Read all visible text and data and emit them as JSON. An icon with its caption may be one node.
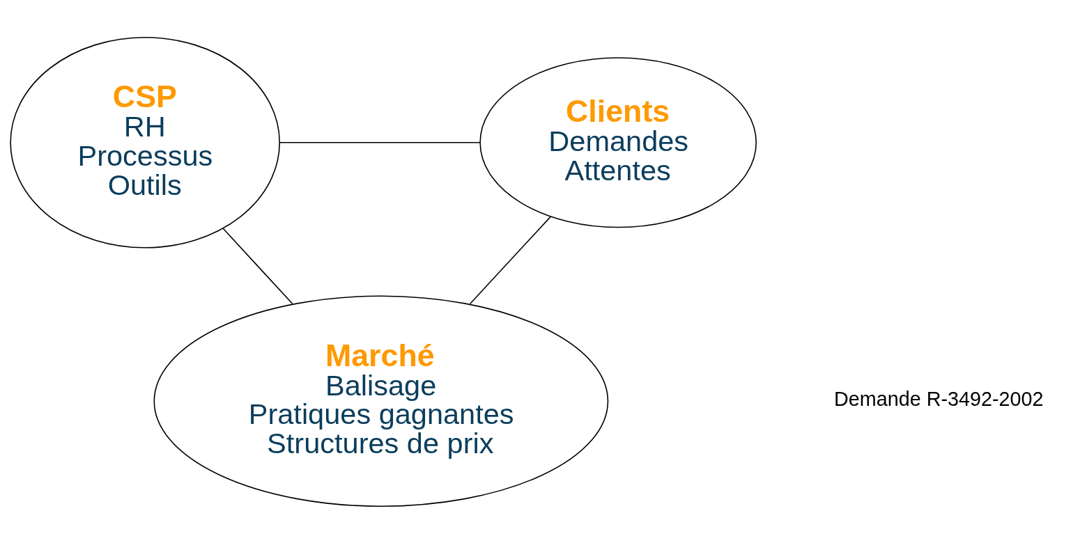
{
  "diagram": {
    "nodes": [
      {
        "text": [
          "CSP",
          "RH",
          "Processus",
          "Outils"
        ]
      },
      {
        "text": [
          "Clients",
          "Demandes",
          "Attentes"
        ]
      },
      {
        "text": [
          "Marché",
          "Balisage",
          "Pratiques gagnantes",
          "Structures de prix"
        ]
      }
    ],
    "edges": [
      {
        "from": 0,
        "to": 1,
        "arrow": "none"
      },
      {
        "from": 0,
        "to": 2,
        "arrow": "none"
      },
      {
        "from": 1,
        "to": 2,
        "arrow": "none"
      }
    ],
    "labels": [
      "Demande R-3492-2002"
    ]
  }
}
